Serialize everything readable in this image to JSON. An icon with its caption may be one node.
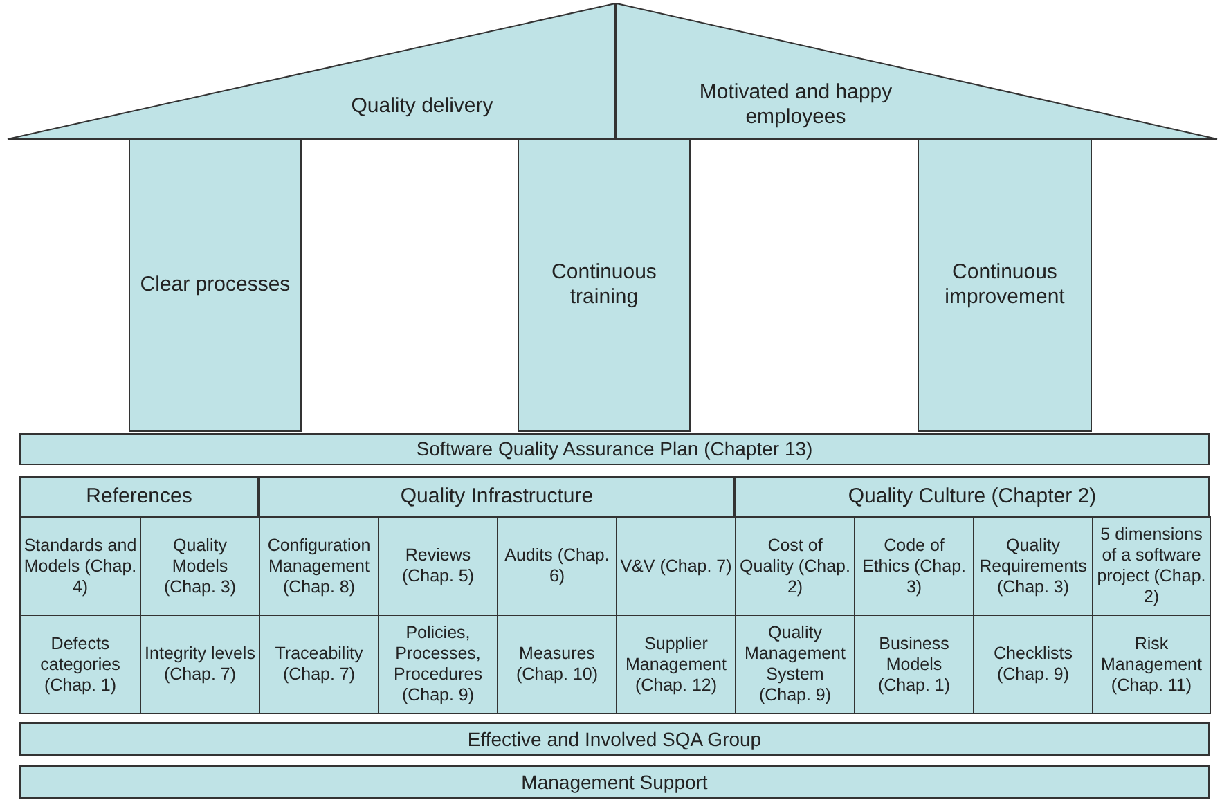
{
  "diagram": {
    "nodes": [
      {
        "text": [
          "Quality delivery"
        ]
      },
      {
        "text": [
          "Motivated and happy employees"
        ]
      },
      {
        "text": [
          "Clear processes"
        ]
      },
      {
        "text": [
          "Continuous training"
        ]
      },
      {
        "text": [
          "Continuous improvement"
        ]
      },
      {
        "text": [
          "Software Quality Assurance Plan (Chapter 13)"
        ]
      },
      {
        "text": [
          "References"
        ]
      },
      {
        "text": [
          "Quality Infrastructure"
        ]
      },
      {
        "text": [
          "Quality Culture (Chapter 2)"
        ]
      },
      {
        "text": [
          "Standards and Models (Chap. 4)"
        ]
      },
      {
        "text": [
          "Quality Models (Chap. 3)"
        ]
      },
      {
        "text": [
          "Configuration Management (Chap. 8)"
        ]
      },
      {
        "text": [
          "Reviews (Chap. 5)"
        ]
      },
      {
        "text": [
          "Audits (Chap. 6)"
        ]
      },
      {
        "text": [
          "V&V (Chap. 7)"
        ]
      },
      {
        "text": [
          "Cost of Quality (Chap. 2)"
        ]
      },
      {
        "text": [
          "Code of Ethics (Chap. 3)"
        ]
      },
      {
        "text": [
          "Quality Requirements (Chap. 3)"
        ]
      },
      {
        "text": [
          "5 dimensions of a software project (Chap. 2)"
        ]
      },
      {
        "text": [
          "Defects categories (Chap. 1)"
        ]
      },
      {
        "text": [
          "Integrity levels (Chap. 7)"
        ]
      },
      {
        "text": [
          "Traceability (Chap. 7)"
        ]
      },
      {
        "text": [
          "Policies, Processes, Procedures (Chap. 9)"
        ]
      },
      {
        "text": [
          "Measures (Chap. 10)"
        ]
      },
      {
        "text": [
          "Supplier Management (Chap. 12)"
        ]
      },
      {
        "text": [
          "Quality Management System (Chap. 9)"
        ]
      },
      {
        "text": [
          "Business Models (Chap. 1)"
        ]
      },
      {
        "text": [
          "Checklists (Chap. 9)"
        ]
      },
      {
        "text": [
          "Risk Management (Chap. 11)"
        ]
      },
      {
        "text": [
          "Effective and Involved SQA Group"
        ]
      },
      {
        "text": [
          "Management Support"
        ]
      }
    ]
  }
}
